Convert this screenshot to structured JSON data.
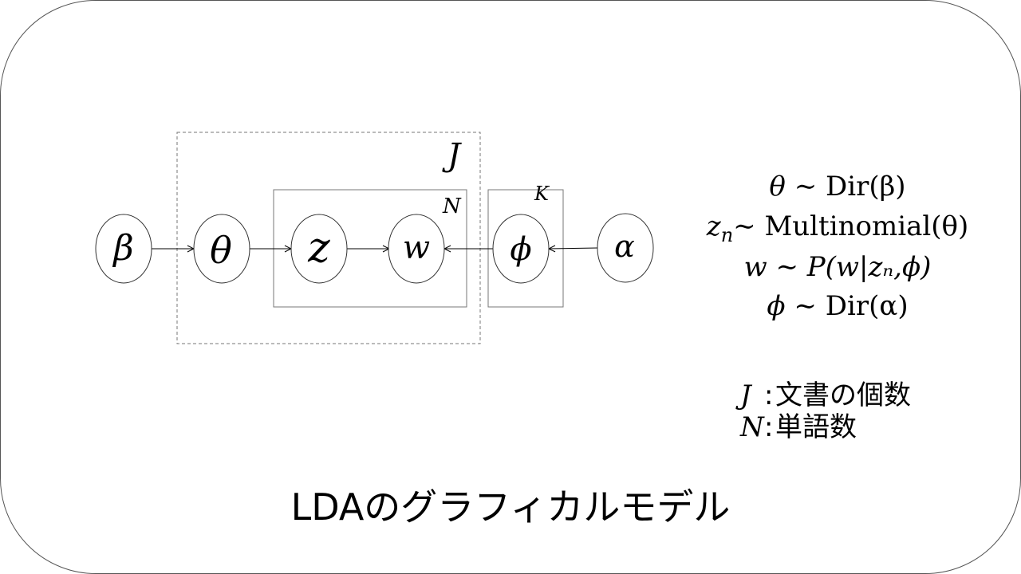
{
  "diagram": {
    "nodes": [
      {
        "id": "beta",
        "symbol": "β"
      },
      {
        "id": "theta",
        "symbol": "θ"
      },
      {
        "id": "z",
        "symbol": "z"
      },
      {
        "id": "w",
        "symbol": "w"
      },
      {
        "id": "phi",
        "symbol": "ϕ"
      },
      {
        "id": "alpha",
        "symbol": "α"
      }
    ],
    "edges": [
      {
        "from": "beta",
        "to": "theta"
      },
      {
        "from": "theta",
        "to": "z"
      },
      {
        "from": "z",
        "to": "w"
      },
      {
        "from": "phi",
        "to": "w"
      },
      {
        "from": "alpha",
        "to": "phi"
      }
    ],
    "plates": [
      {
        "id": "J",
        "label": "J",
        "style": "dashed"
      },
      {
        "id": "N",
        "label": "N",
        "style": "solid"
      },
      {
        "id": "K",
        "label": "K",
        "style": "solid"
      }
    ]
  },
  "equations": [
    {
      "lhs": "θ",
      "sub": "",
      "rel": " ∼ ",
      "rhs": "Dir(β)"
    },
    {
      "lhs": "z",
      "sub": "n",
      "rel": "∼ ",
      "rhs": "Multinomial(θ)"
    },
    {
      "lhs": "w",
      "sub": "",
      "rel": " ∼ ",
      "rhs": "P(w|zₙ,ϕ)"
    },
    {
      "lhs": "ϕ",
      "sub": "",
      "rel": " ∼ ",
      "rhs": "Dir(α)"
    }
  ],
  "legend": [
    {
      "symbol": "J",
      "sep": ":",
      "text": "文書の個数"
    },
    {
      "symbol": "N",
      "sep": ":",
      "text": "単語数"
    }
  ],
  "title": "LDAのグラフィカルモデル"
}
